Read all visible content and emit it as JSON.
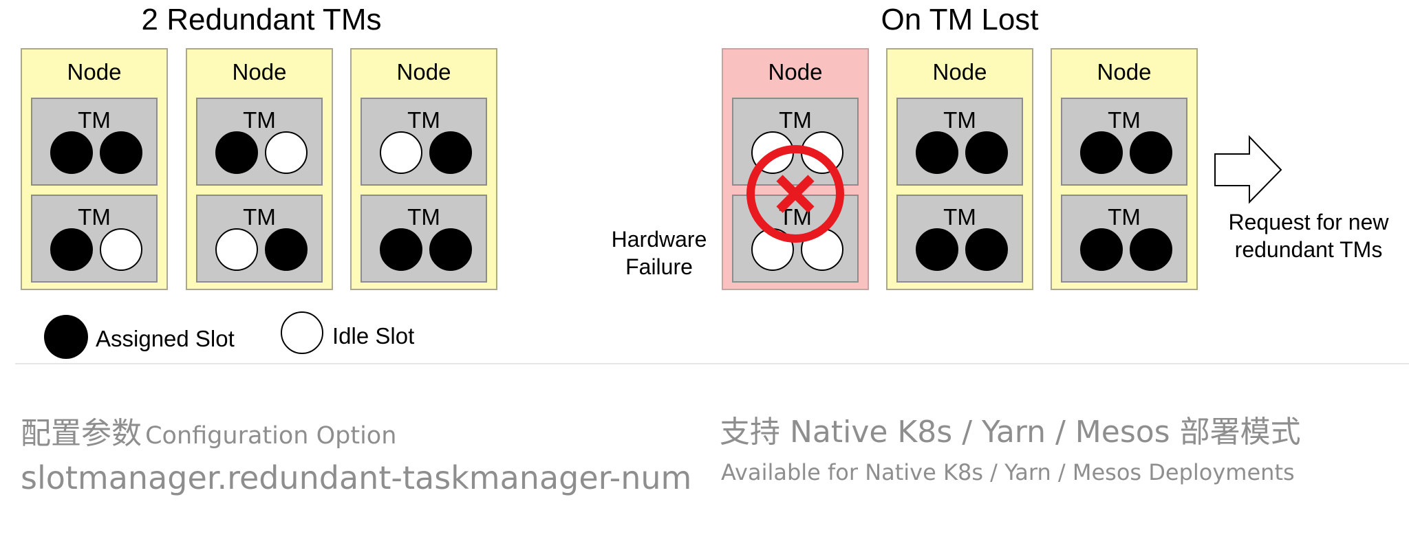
{
  "left_panel": {
    "title": "2 Redundant TMs",
    "nodes": [
      {
        "label": "Node",
        "tms": [
          {
            "label": "TM",
            "slots": [
              "assigned",
              "assigned"
            ]
          },
          {
            "label": "TM",
            "slots": [
              "assigned",
              "idle"
            ]
          }
        ]
      },
      {
        "label": "Node",
        "tms": [
          {
            "label": "TM",
            "slots": [
              "assigned",
              "idle"
            ]
          },
          {
            "label": "TM",
            "slots": [
              "idle",
              "assigned"
            ]
          }
        ]
      },
      {
        "label": "Node",
        "tms": [
          {
            "label": "TM",
            "slots": [
              "idle",
              "assigned"
            ]
          },
          {
            "label": "TM",
            "slots": [
              "assigned",
              "assigned"
            ]
          }
        ]
      }
    ]
  },
  "right_panel": {
    "title": "On TM Lost",
    "failure_label": "Hardware Failure",
    "failure_label_lines": [
      "Hardware",
      "Failure"
    ],
    "nodes": [
      {
        "label": "Node",
        "failed": true,
        "tms": [
          {
            "label": "TM",
            "slots": [
              "idle",
              "idle"
            ]
          },
          {
            "label": "TM",
            "slots": [
              "idle",
              "idle"
            ]
          }
        ]
      },
      {
        "label": "Node",
        "tms": [
          {
            "label": "TM",
            "slots": [
              "assigned",
              "assigned"
            ]
          },
          {
            "label": "TM",
            "slots": [
              "assigned",
              "assigned"
            ]
          }
        ]
      },
      {
        "label": "Node",
        "tms": [
          {
            "label": "TM",
            "slots": [
              "assigned",
              "assigned"
            ]
          },
          {
            "label": "TM",
            "slots": [
              "assigned",
              "assigned"
            ]
          }
        ]
      }
    ],
    "request_text": "Request for new redundant TMs",
    "request_lines": [
      "Request for new",
      "redundant TMs"
    ]
  },
  "legend": {
    "assigned_label": "Assigned Slot",
    "idle_label": "Idle Slot"
  },
  "footer": {
    "config_title_zh": "配置参数",
    "config_title_en": "Configuration Option",
    "config_key": "slotmanager.redundant-taskmanager-num",
    "support_title": "支持 Native K8s / Yarn / Mesos 部署模式",
    "support_subtitle": "Available for Native K8s / Yarn / Mesos Deployments"
  },
  "colors": {
    "node_fill": "#fdfbb7",
    "failed_node_fill": "#f9c1c0",
    "tm_fill": "#c8c8c8",
    "failure_mark": "#e8191f",
    "footer_text": "#8e8e8e"
  }
}
